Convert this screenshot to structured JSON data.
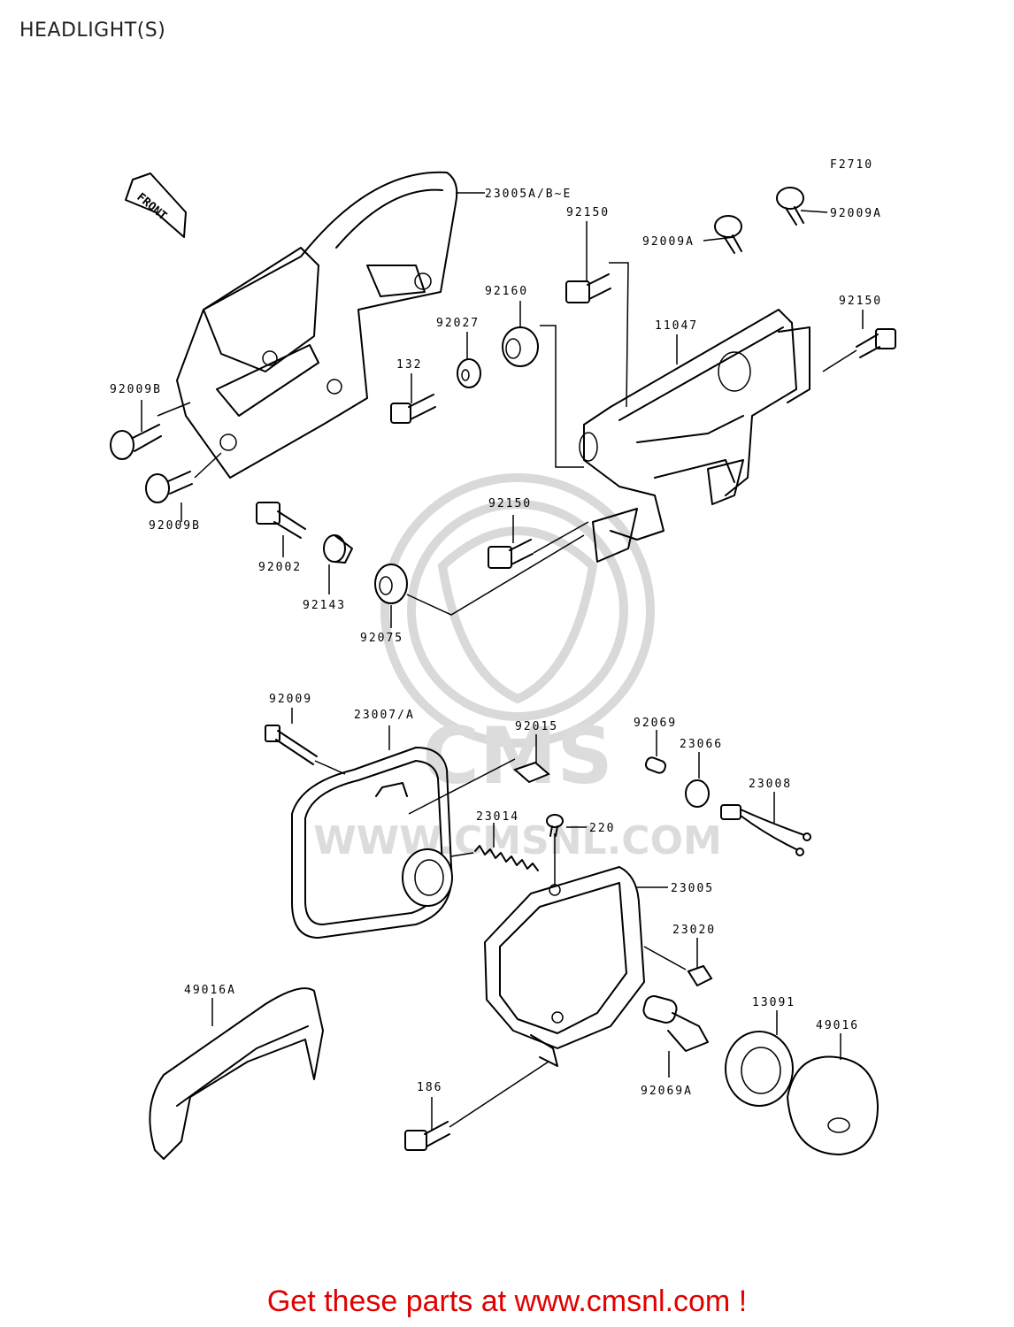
{
  "title": "HEADLIGHT(S)",
  "figure_code": "F2710",
  "front_label": "FRONT",
  "watermark": {
    "text": "CMS",
    "url": "WWW.CMSNL.COM"
  },
  "footer": "Get these parts at www.cmsnl.com !",
  "colors": {
    "footer": "#e00000",
    "line": "#000000",
    "watermark": "#d9d9d9"
  },
  "parts": [
    {
      "id": "23005ab",
      "label": "23005A/B~E"
    },
    {
      "id": "92009a-1",
      "label": "92009A"
    },
    {
      "id": "92009a-2",
      "label": "92009A"
    },
    {
      "id": "92150-1",
      "label": "92150"
    },
    {
      "id": "92150-2",
      "label": "92150"
    },
    {
      "id": "92150-3",
      "label": "92150"
    },
    {
      "id": "92160",
      "label": "92160"
    },
    {
      "id": "92027",
      "label": "92027"
    },
    {
      "id": "11047",
      "label": "11047"
    },
    {
      "id": "132",
      "label": "132"
    },
    {
      "id": "92009b-1",
      "label": "92009B"
    },
    {
      "id": "92009b-2",
      "label": "92009B"
    },
    {
      "id": "92002",
      "label": "92002"
    },
    {
      "id": "92143",
      "label": "92143"
    },
    {
      "id": "92075",
      "label": "92075"
    },
    {
      "id": "92009",
      "label": "92009"
    },
    {
      "id": "23007",
      "label": "23007/A"
    },
    {
      "id": "92015",
      "label": "92015"
    },
    {
      "id": "92069",
      "label": "92069"
    },
    {
      "id": "23066",
      "label": "23066"
    },
    {
      "id": "23008",
      "label": "23008"
    },
    {
      "id": "23014",
      "label": "23014"
    },
    {
      "id": "220",
      "label": "220"
    },
    {
      "id": "23005",
      "label": "23005"
    },
    {
      "id": "23020",
      "label": "23020"
    },
    {
      "id": "49016a",
      "label": "49016A"
    },
    {
      "id": "13091",
      "label": "13091"
    },
    {
      "id": "49016",
      "label": "49016"
    },
    {
      "id": "186",
      "label": "186"
    },
    {
      "id": "92069a",
      "label": "92069A"
    }
  ]
}
